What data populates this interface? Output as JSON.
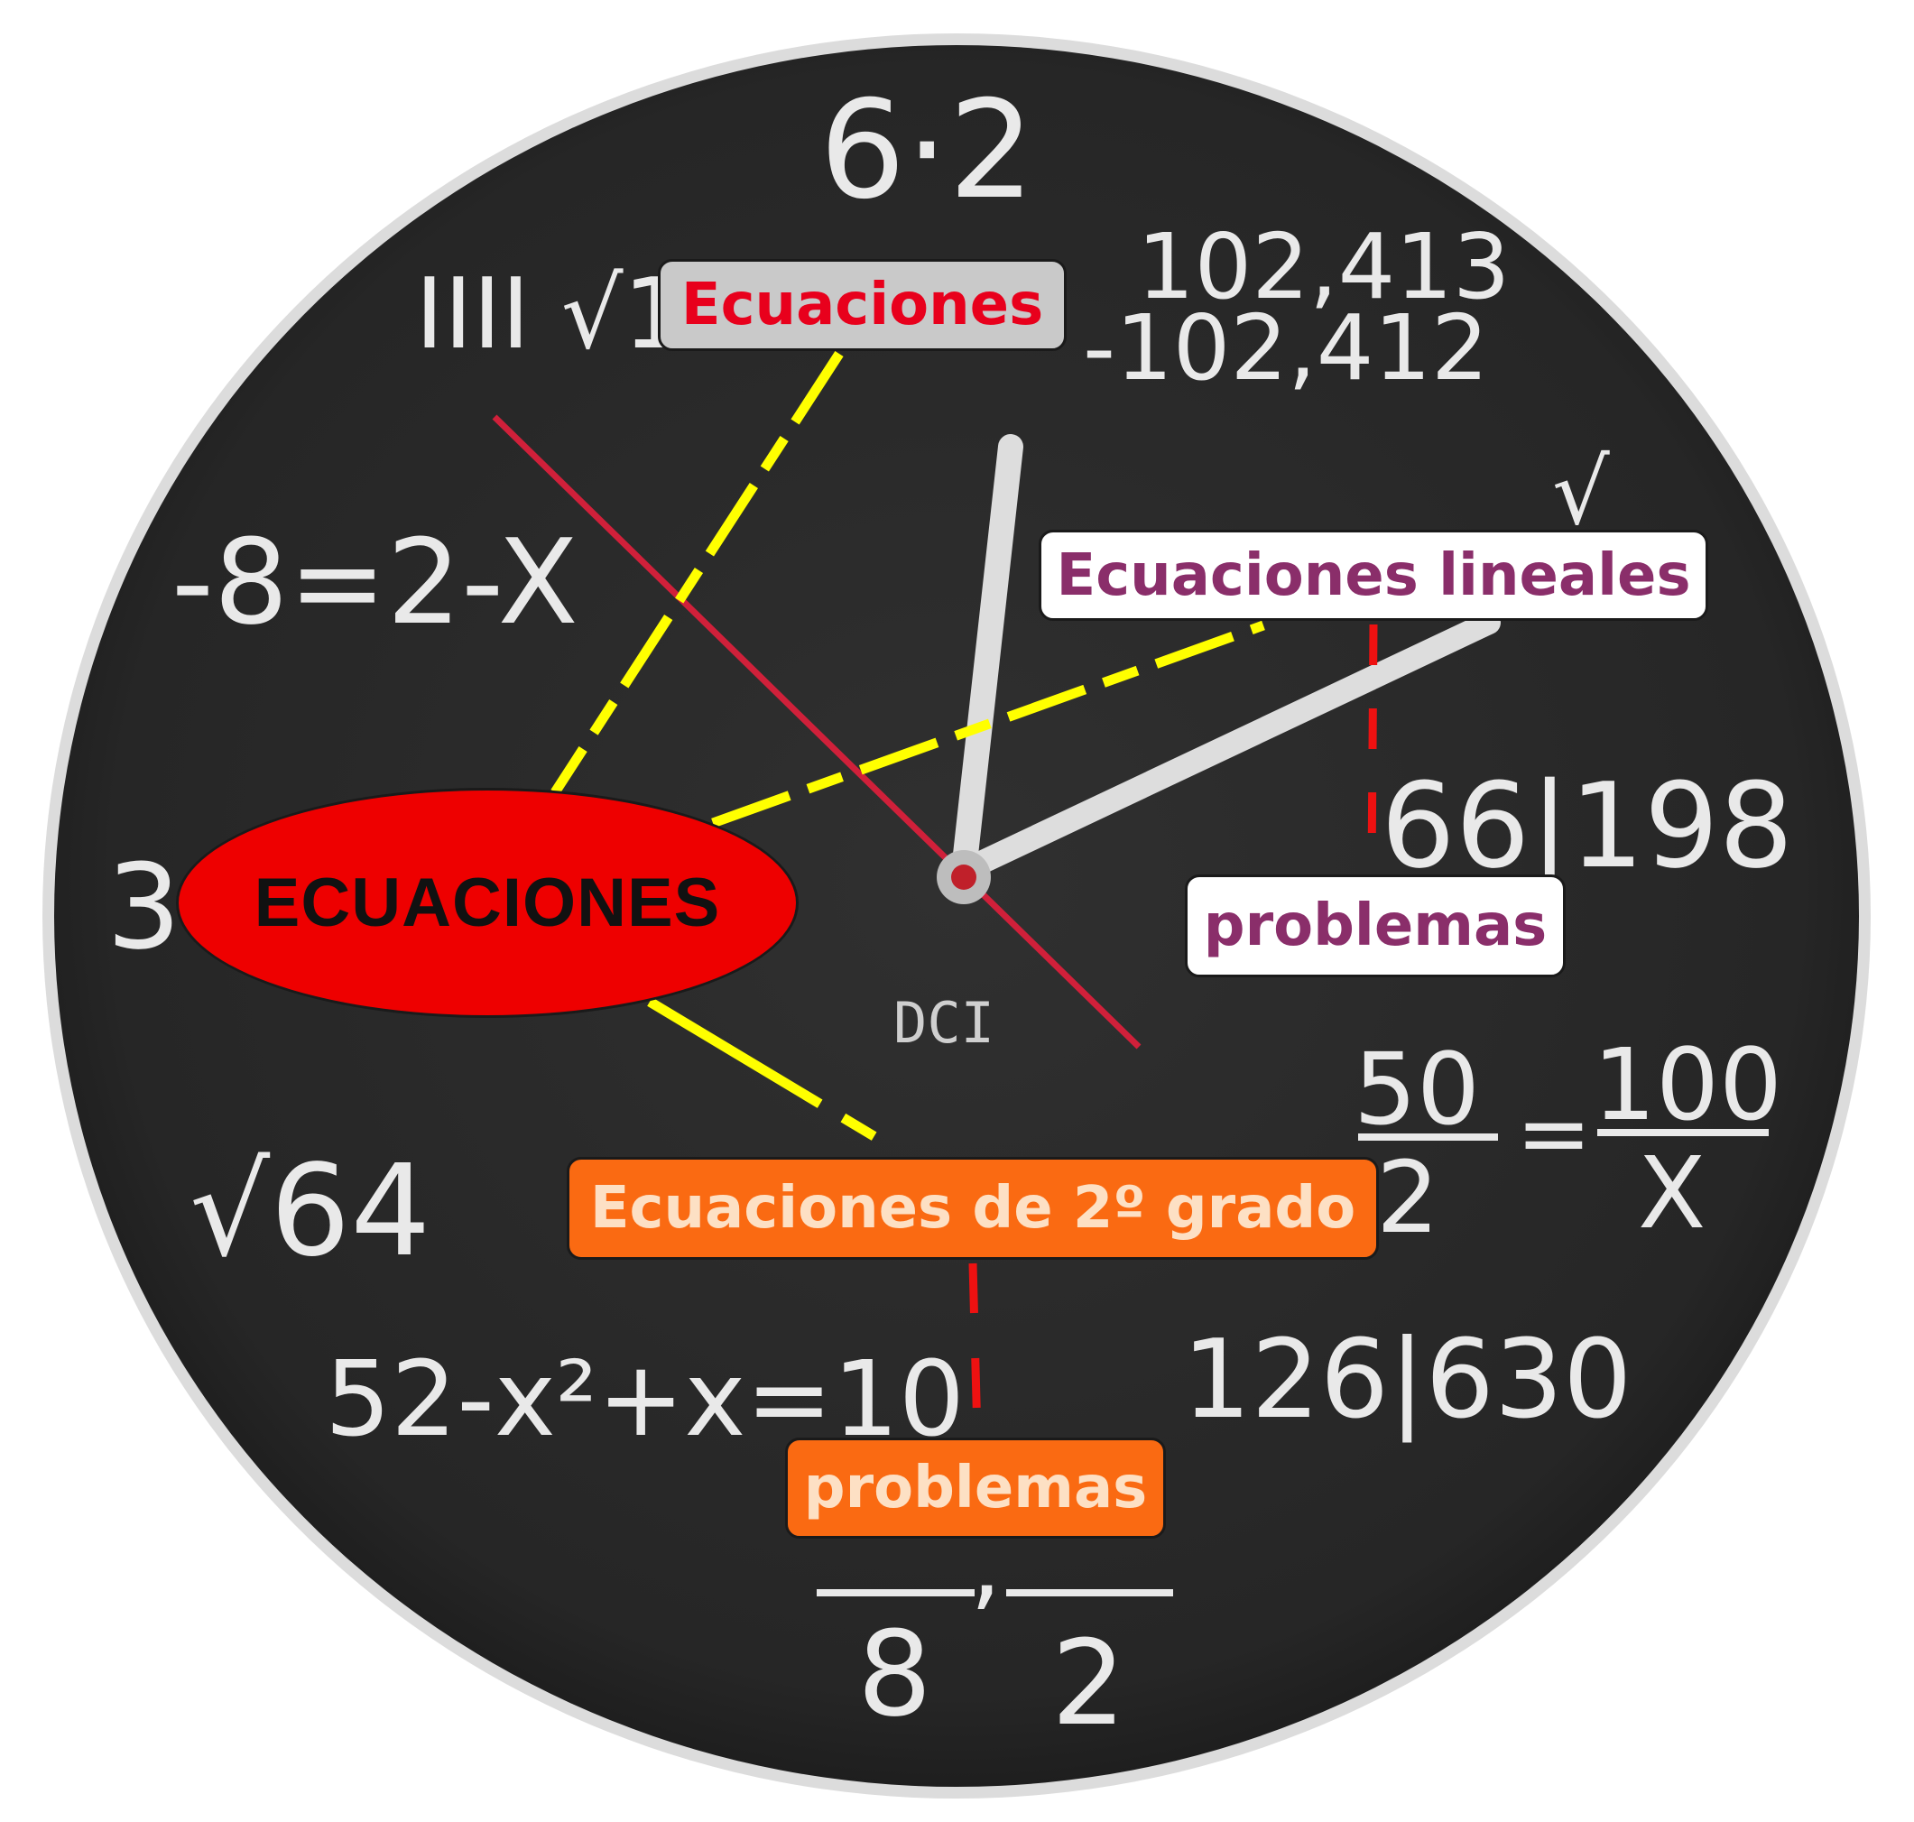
{
  "diagram": {
    "root": {
      "label": "ECUACIONES",
      "fill": "#ee0000"
    },
    "branches": [
      {
        "label": "Ecuaciones",
        "fill": "#c9c9c9",
        "text_color": "#e8001c",
        "connector_color": "#ffff00"
      },
      {
        "label": "Ecuaciones lineales",
        "fill": "#ffffff",
        "text_color": "#8a2e6a",
        "connector_color": "#ffff00",
        "child": {
          "label": "problemas",
          "fill": "#ffffff",
          "text_color": "#8a2e6a",
          "connector_color": "#ee1111"
        }
      },
      {
        "label": "Ecuaciones de 2º grado",
        "fill": "#fa6a12",
        "text_color": "#fde0c4",
        "connector_color": "#ffff00",
        "child": {
          "label": "problemas",
          "fill": "#fa6a12",
          "text_color": "#fde0c4",
          "connector_color": "#ee1111"
        }
      }
    ]
  },
  "clock": {
    "face_color": "#2b2b2b",
    "brand": "DCI",
    "expressions": {
      "top": "6·2",
      "top_left": "IIII √12",
      "top_right_a": "102,413",
      "top_right_b": "-102,412",
      "right_top": "√",
      "left": "-8=2-X",
      "right": "66|198",
      "left_mid": "3",
      "fraction_a_num": "50",
      "fraction_a_den": "2",
      "fraction_eq": "=",
      "fraction_b_num": "100",
      "fraction_b_den": "X",
      "lower_left": "√64",
      "lower_right": "126|630",
      "bottom_left": "52-x²+x=10",
      "bottom_frac_a": "8",
      "bottom_frac_b": "2",
      "bottom_sep": ","
    }
  }
}
